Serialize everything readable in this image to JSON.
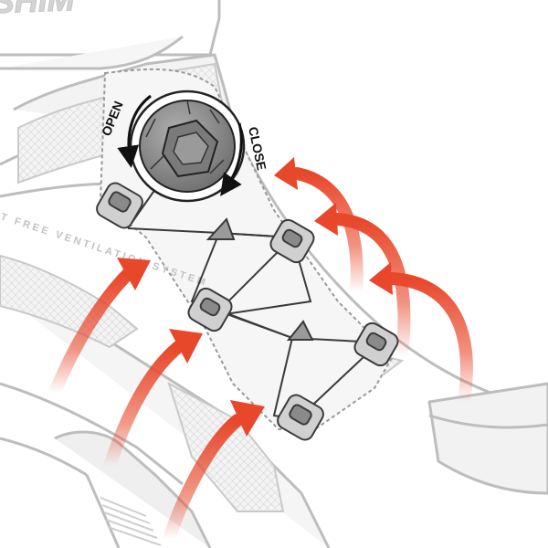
{
  "labels": {
    "brand": "SHIM",
    "open": "OPEN",
    "close": "CLOSE",
    "ventilation": "T FREE VENTILATION SYSTEM"
  },
  "colors": {
    "arrow": "#e8472a",
    "arrow_fade": "#fbd7cc",
    "shoe_outline": "#bdbdbd",
    "shoe_fill": "#f2f2f2",
    "mesh": "#d9d9d9",
    "lace": "#3a3a3a",
    "guide": "#555555",
    "dial": "#8a8a8a",
    "text": "#111111"
  },
  "icons": [
    "dial-icon",
    "open-arrow-icon",
    "close-arrow-icon",
    "airflow-arrow-icon",
    "lace-guide-icon"
  ]
}
